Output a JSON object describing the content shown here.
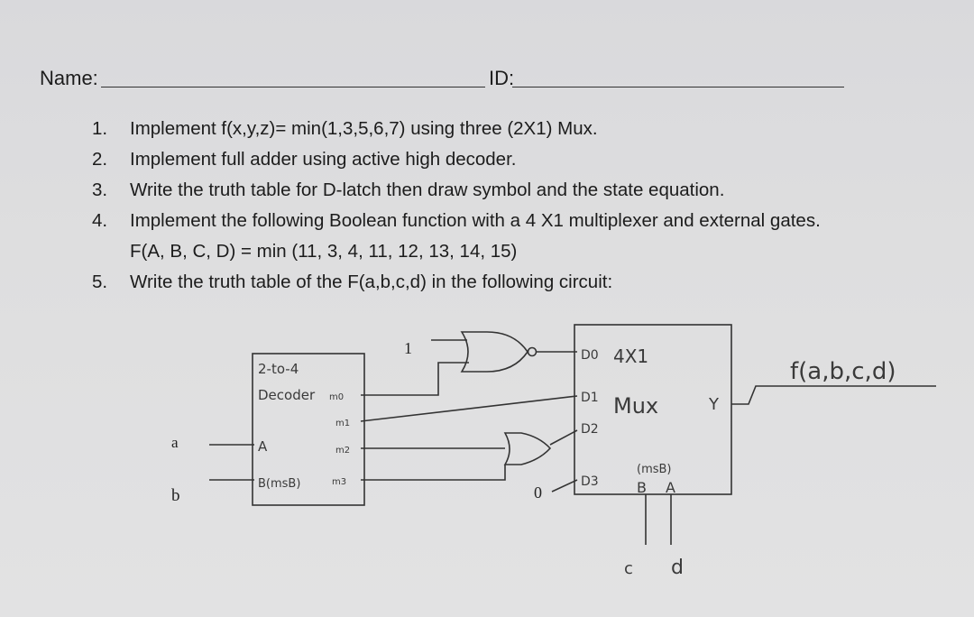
{
  "header": {
    "name_label": "Name:",
    "id_label": "ID:"
  },
  "questions": [
    {
      "num": "1.",
      "text": "Implement f(x,y,z)= min(1,3,5,6,7) using three (2X1) Mux."
    },
    {
      "num": "2.",
      "text": "Implement full adder using active high decoder."
    },
    {
      "num": "3.",
      "text": "Write the truth table for D-latch then draw symbol and the state equation."
    },
    {
      "num": "4.",
      "text": "Implement the following Boolean function with a 4 X1 multiplexer and external gates.",
      "subtext": "F(A, B, C, D) = min (11, 3, 4, 11, 12, 13, 14, 15)"
    },
    {
      "num": "5.",
      "text": "Write the truth table of the F(a,b,c,d) in the following circuit:"
    }
  ],
  "circuit": {
    "decoder": {
      "title_line1": "2-to-4",
      "title_line2": "Decoder",
      "input_a": "A",
      "input_b": "B(msB)",
      "outputs": [
        "m0",
        "m1",
        "m2",
        "m3"
      ]
    },
    "inputs": {
      "a": "a",
      "b": "b"
    },
    "constant_one": "1",
    "constant_zero": "0",
    "mux": {
      "title": "4X1",
      "subtitle": "Mux",
      "inputs": [
        "D0",
        "D1",
        "D2",
        "D3"
      ],
      "output": "Y",
      "select_note": "(msB)",
      "selects": [
        "B",
        "A"
      ],
      "select_signals": [
        "c",
        "d"
      ]
    },
    "output_label": "f(a,b,c,d)"
  }
}
